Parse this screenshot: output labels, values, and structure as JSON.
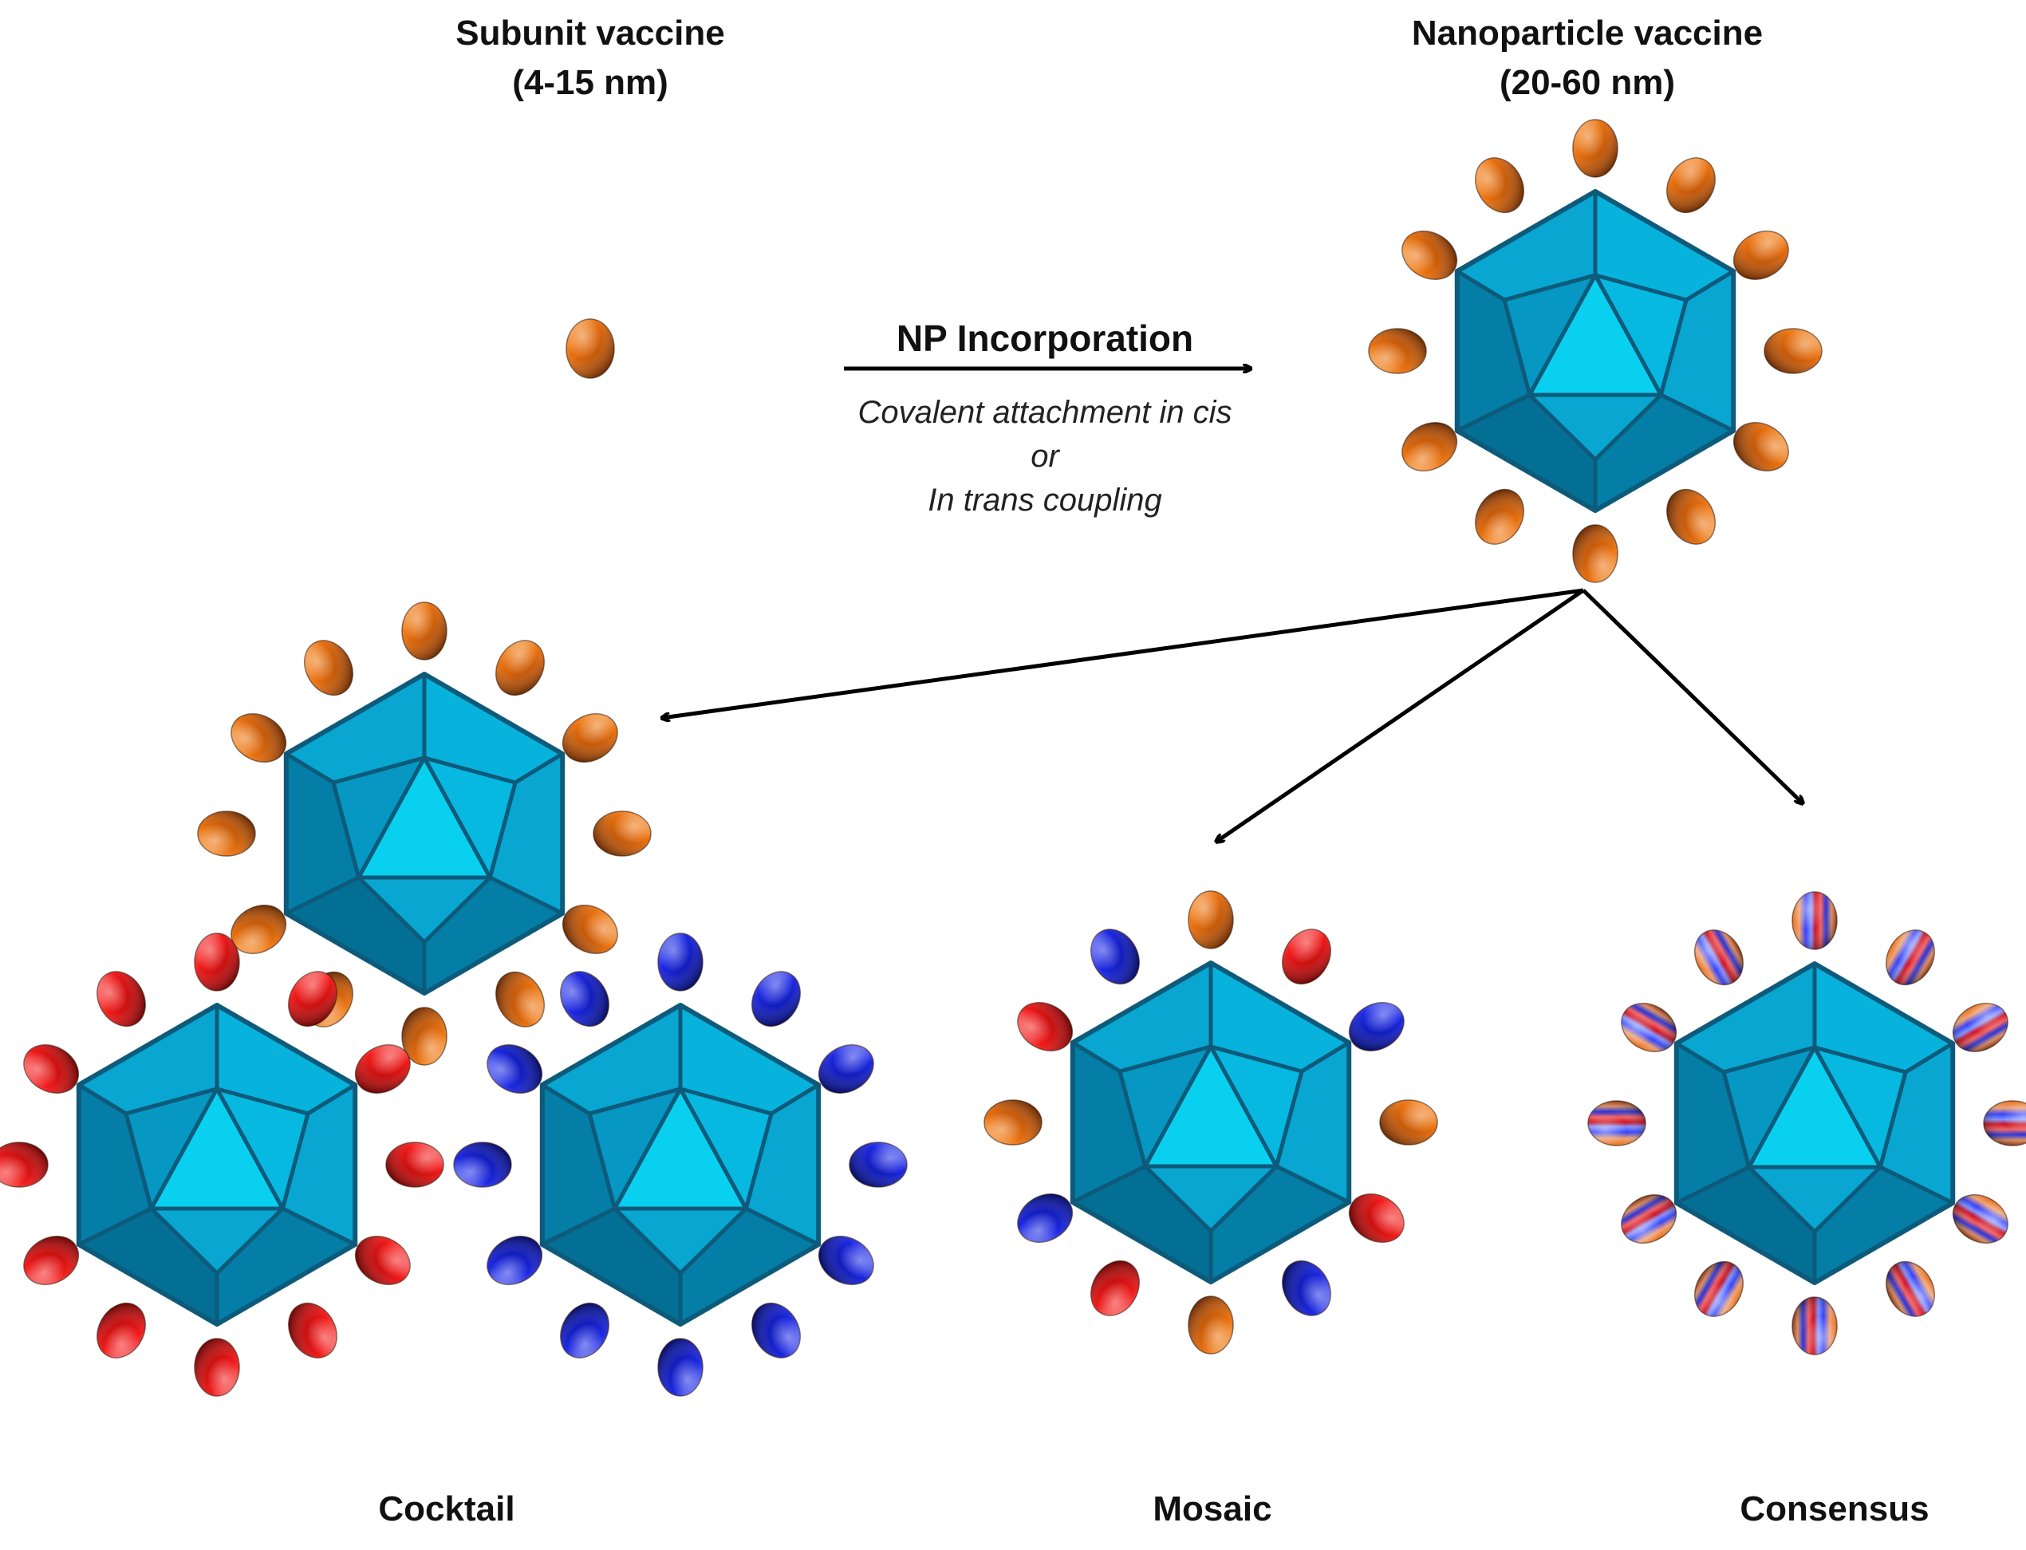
{
  "labels": {
    "subunit_title": "Subunit vaccine",
    "subunit_size": "(4-15 nm)",
    "nano_title": "Nanoparticle vaccine",
    "nano_size": "(20-60 nm)",
    "process_title": "NP Incorporation",
    "method_1": "Covalent attachment in cis",
    "method_or": "or",
    "method_2": "In trans coupling",
    "cocktail": "Cocktail",
    "mosaic": "Mosaic",
    "consensus": "Consensus"
  },
  "colors": {
    "orange": "#d9650c",
    "red": "#e8141a",
    "blue": "#1420d8",
    "core_light": "#0ad0f0",
    "core_mid": "#08a6d0",
    "core_dark": "#047ea6",
    "edge": "#0d5a7a"
  },
  "particles": [
    {
      "id": "nanoparticle-vaccine",
      "scheme": "orange"
    },
    {
      "id": "cocktail-orange",
      "scheme": "orange"
    },
    {
      "id": "cocktail-red",
      "scheme": "red"
    },
    {
      "id": "cocktail-blue",
      "scheme": "blue"
    },
    {
      "id": "mosaic",
      "scheme": "mosaic"
    },
    {
      "id": "consensus",
      "scheme": "consensus"
    }
  ]
}
